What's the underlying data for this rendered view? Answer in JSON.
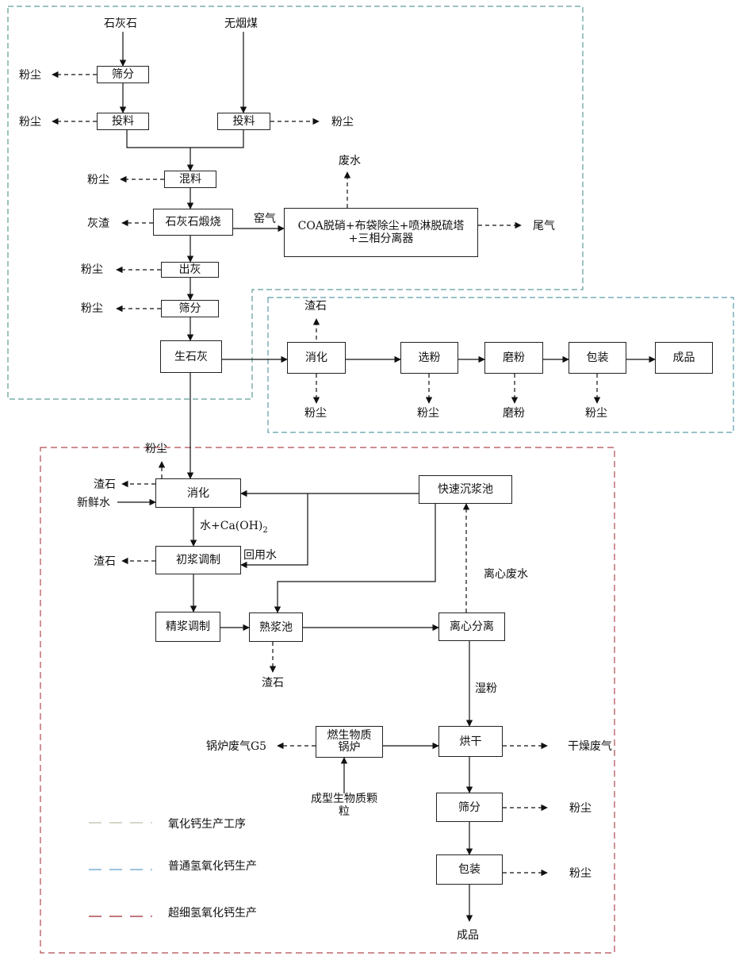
{
  "nodes": {
    "limestone": "石灰石",
    "anthracite": "无烟煤",
    "screen1": "筛分",
    "feed1": "投料",
    "feed2": "投料",
    "mixing": "混料",
    "calcination": "石灰石煅烧",
    "gas_treatment": "COA脱硝+布袋除尘+喷淋脱硫塔+三相分离器",
    "ash_out": "出灰",
    "screen2": "筛分",
    "quicklime": "生石灰",
    "digest1": "消化",
    "powder_select": "选粉",
    "grind": "磨粉",
    "pack1": "包装",
    "product1": "成品",
    "digest2": "消化",
    "rapid_tank": "快速沉浆池",
    "initial_slurry": "初浆调制",
    "fine_slurry": "精浆调制",
    "aging_tank": "熟浆池",
    "centrifuge": "离心分离",
    "boiler": "燃生物质锅炉",
    "drying": "烘干",
    "screen3": "筛分",
    "pack2": "包装",
    "product2": "成品"
  },
  "labels": {
    "dust": "粉尘",
    "dust_right": "粉尘",
    "wastewater": "废水",
    "ash_slag": "灰渣",
    "kiln_gas": "窑气",
    "tail_gas": "尾气",
    "slag_stone": "渣石",
    "grind_powder": "磨粉",
    "fresh_water": "新鲜水",
    "water_caoh": "水+Ca(OH)",
    "water_caoh_sub": "2",
    "recycle_water": "回用水",
    "centrifuge_water": "离心废水",
    "wet_powder": "湿粉",
    "boiler_gas": "锅炉废气G5",
    "dry_gas": "干燥废气",
    "biomass_pellet": "成型生物质颗粒"
  },
  "legend": [
    {
      "text": "氧化钙生产工序",
      "color": "#c8c8b8"
    },
    {
      "text": "普通氢氧化钙生产",
      "color": "#7ab0d8"
    },
    {
      "text": "超细氢氧化钙生产",
      "color": "#b04a52"
    }
  ],
  "colors": {
    "region_cao": "#5f9e97",
    "region_normal": "#5f9eaa",
    "region_ultrafine": "#b04a52"
  }
}
